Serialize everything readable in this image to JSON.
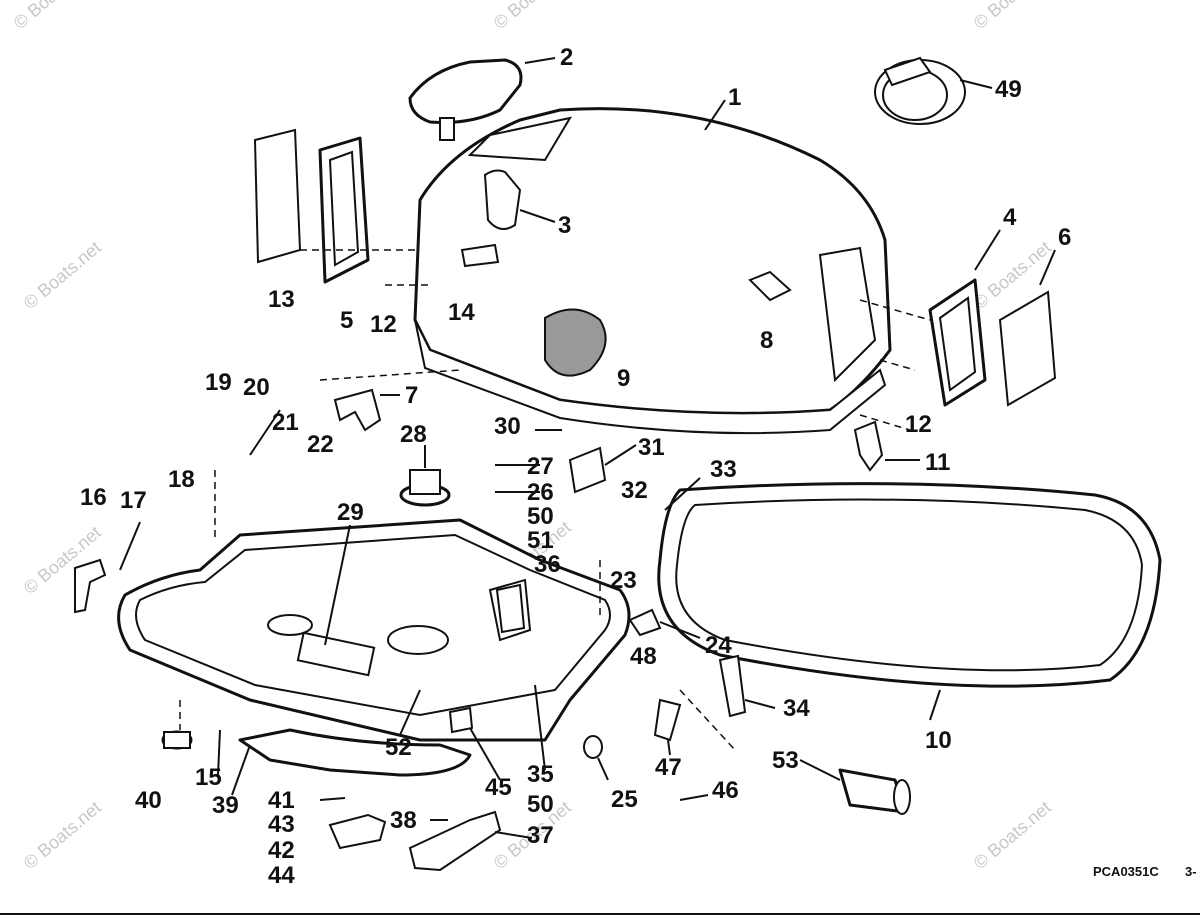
{
  "diagram_code": "PCA0351C",
  "page_ref": "3-",
  "watermark": "© Boats.net",
  "callouts": [
    "1",
    "2",
    "3",
    "4",
    "5",
    "6",
    "7",
    "8",
    "9",
    "10",
    "11",
    "12",
    "12",
    "13",
    "14",
    "15",
    "16",
    "17",
    "18",
    "19",
    "20",
    "21",
    "22",
    "23",
    "24",
    "25",
    "26",
    "27",
    "28",
    "29",
    "30",
    "31",
    "32",
    "33",
    "34",
    "35",
    "36",
    "37",
    "38",
    "39",
    "40",
    "41",
    "42",
    "43",
    "44",
    "45",
    "46",
    "47",
    "48",
    "49",
    "50",
    "50",
    "51",
    "52",
    "53"
  ],
  "colors": {
    "ink": "#111111",
    "paper": "#ffffff",
    "watermark": "#c8c8c8"
  }
}
